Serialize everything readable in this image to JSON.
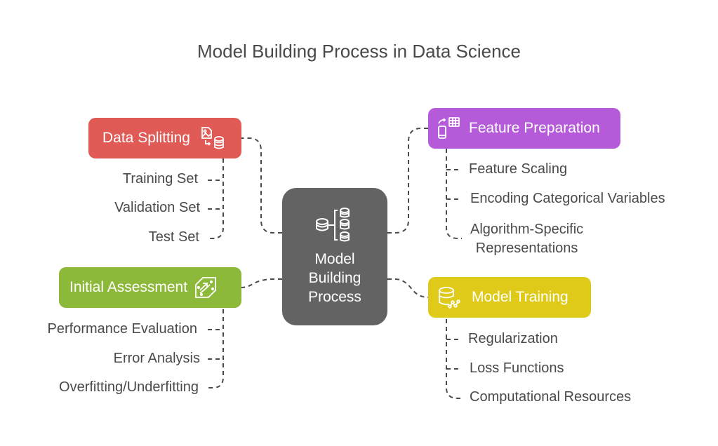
{
  "title": "Model Building Process in Data Science",
  "center": {
    "label_lines": [
      "Model",
      "Building",
      "Process"
    ],
    "icon": "database-hierarchy-icon",
    "color": "#636363"
  },
  "branches": [
    {
      "id": "data-splitting",
      "label": "Data Splitting",
      "icon": "image-to-database-icon",
      "color": "#e05a56",
      "items": [
        "Training Set",
        "Validation Set",
        "Test Set"
      ]
    },
    {
      "id": "feature-preparation",
      "label": "Feature Preparation",
      "icon": "device-spreadsheet-transfer-icon",
      "color": "#b55ad9",
      "items": [
        "Feature Scaling",
        "Encoding Categorical Variables",
        "Algorithm-Specific Representations"
      ]
    },
    {
      "id": "initial-assessment",
      "label": "Initial Assessment",
      "icon": "circuit-arrow-icon",
      "color": "#8db93a",
      "items": [
        "Performance Evaluation",
        "Error Analysis",
        "Overfitting/Underfitting"
      ]
    },
    {
      "id": "model-training",
      "label": "Model Training",
      "icon": "database-graph-icon",
      "color": "#dfc919",
      "items": [
        "Regularization",
        "Loss Functions",
        "Computational Resources"
      ]
    }
  ],
  "feature_item_3_lines": [
    "Algorithm-Specific",
    "Representations"
  ]
}
